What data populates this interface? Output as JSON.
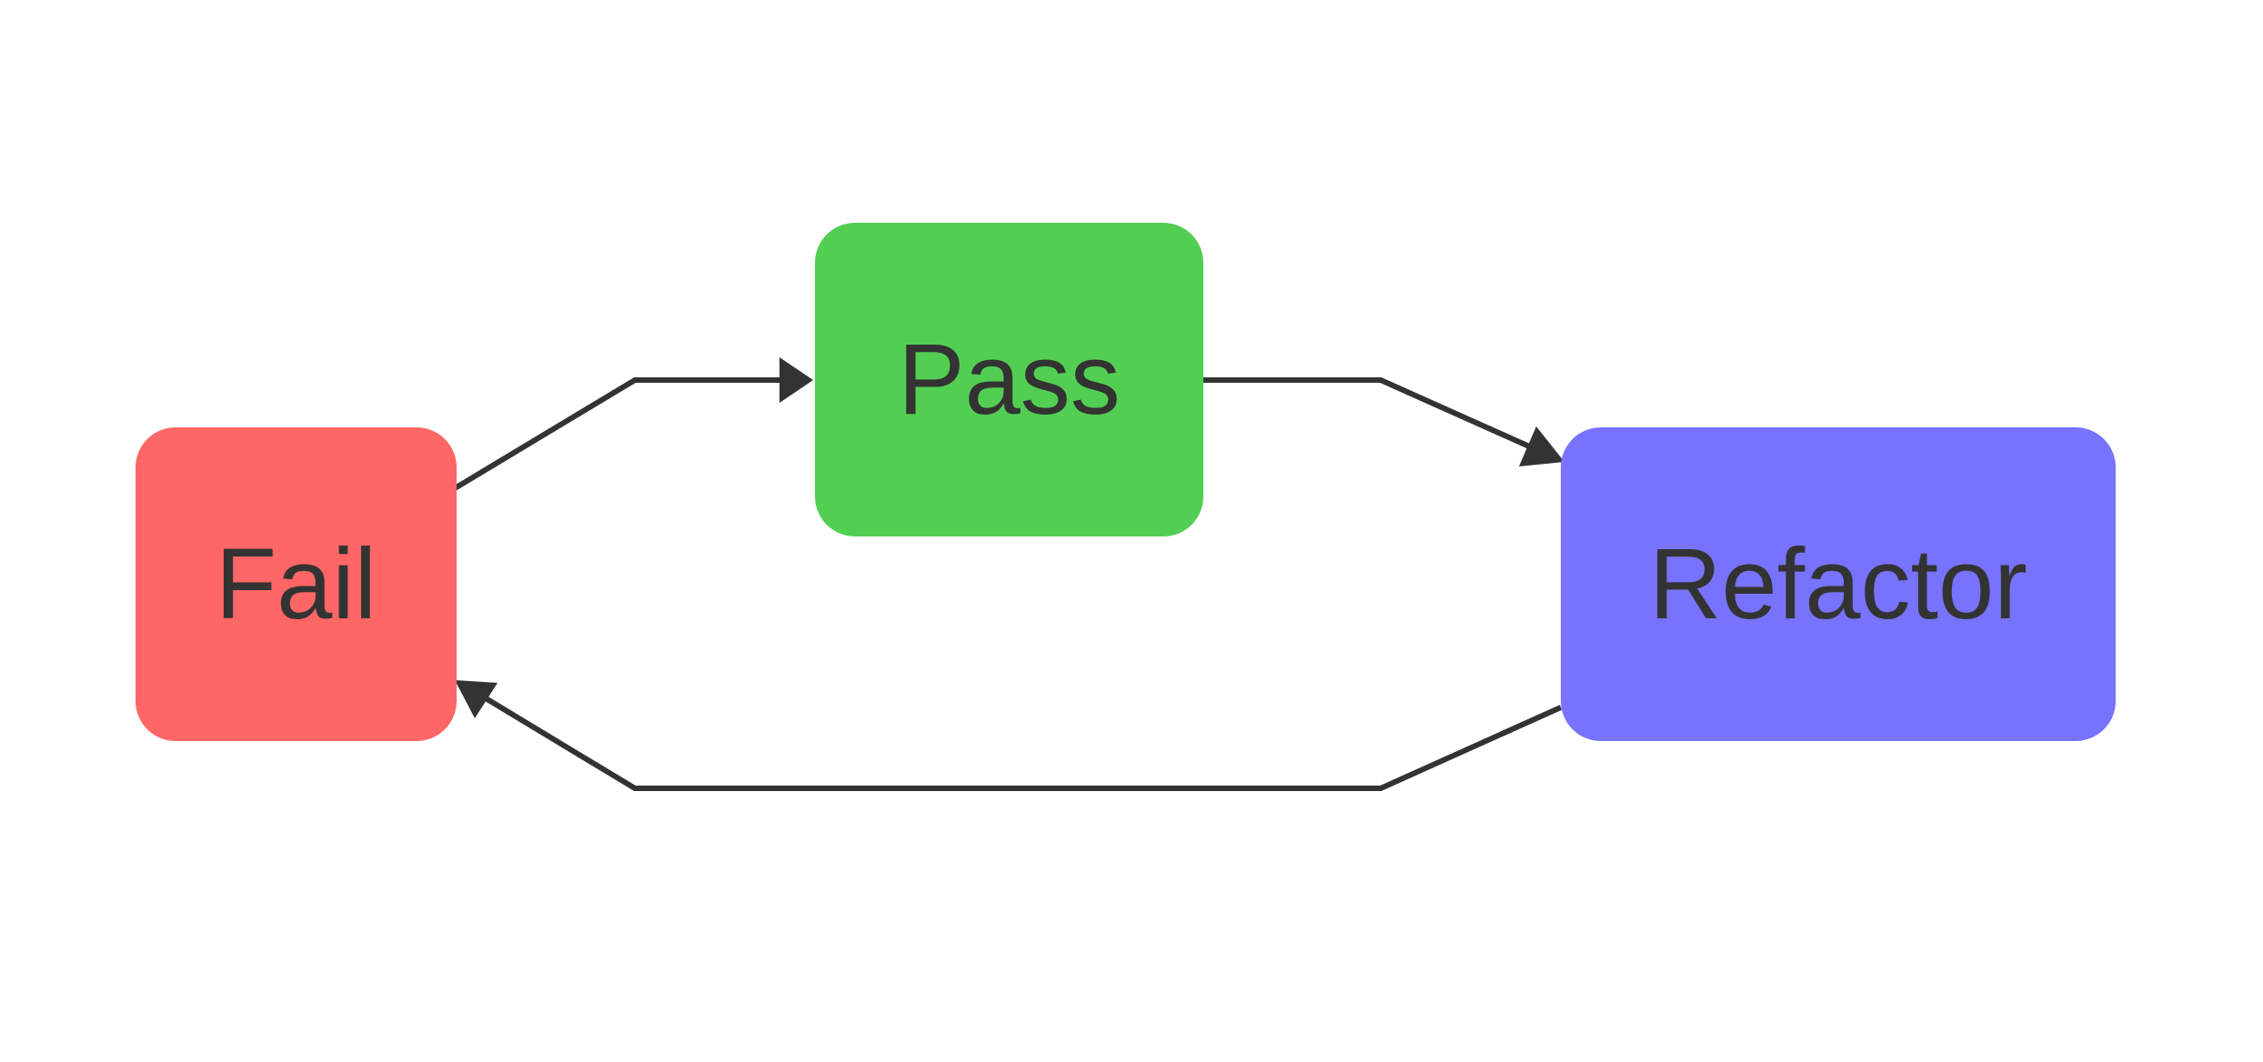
{
  "colors": {
    "background": "#ffffff",
    "edge": "#333333",
    "text": "#333333",
    "fail": "#ff6666",
    "pass": "#52cf52",
    "refactor": "#7773ff"
  },
  "nodes": {
    "fail": {
      "label": "Fail",
      "color": "#ff6666"
    },
    "pass": {
      "label": "Pass",
      "color": "#52cf52"
    },
    "refactor": {
      "label": "Refactor",
      "color": "#7773ff"
    }
  },
  "edges": [
    {
      "from": "Fail",
      "to": "Pass"
    },
    {
      "from": "Pass",
      "to": "Refactor"
    },
    {
      "from": "Refactor",
      "to": "Fail"
    }
  ]
}
